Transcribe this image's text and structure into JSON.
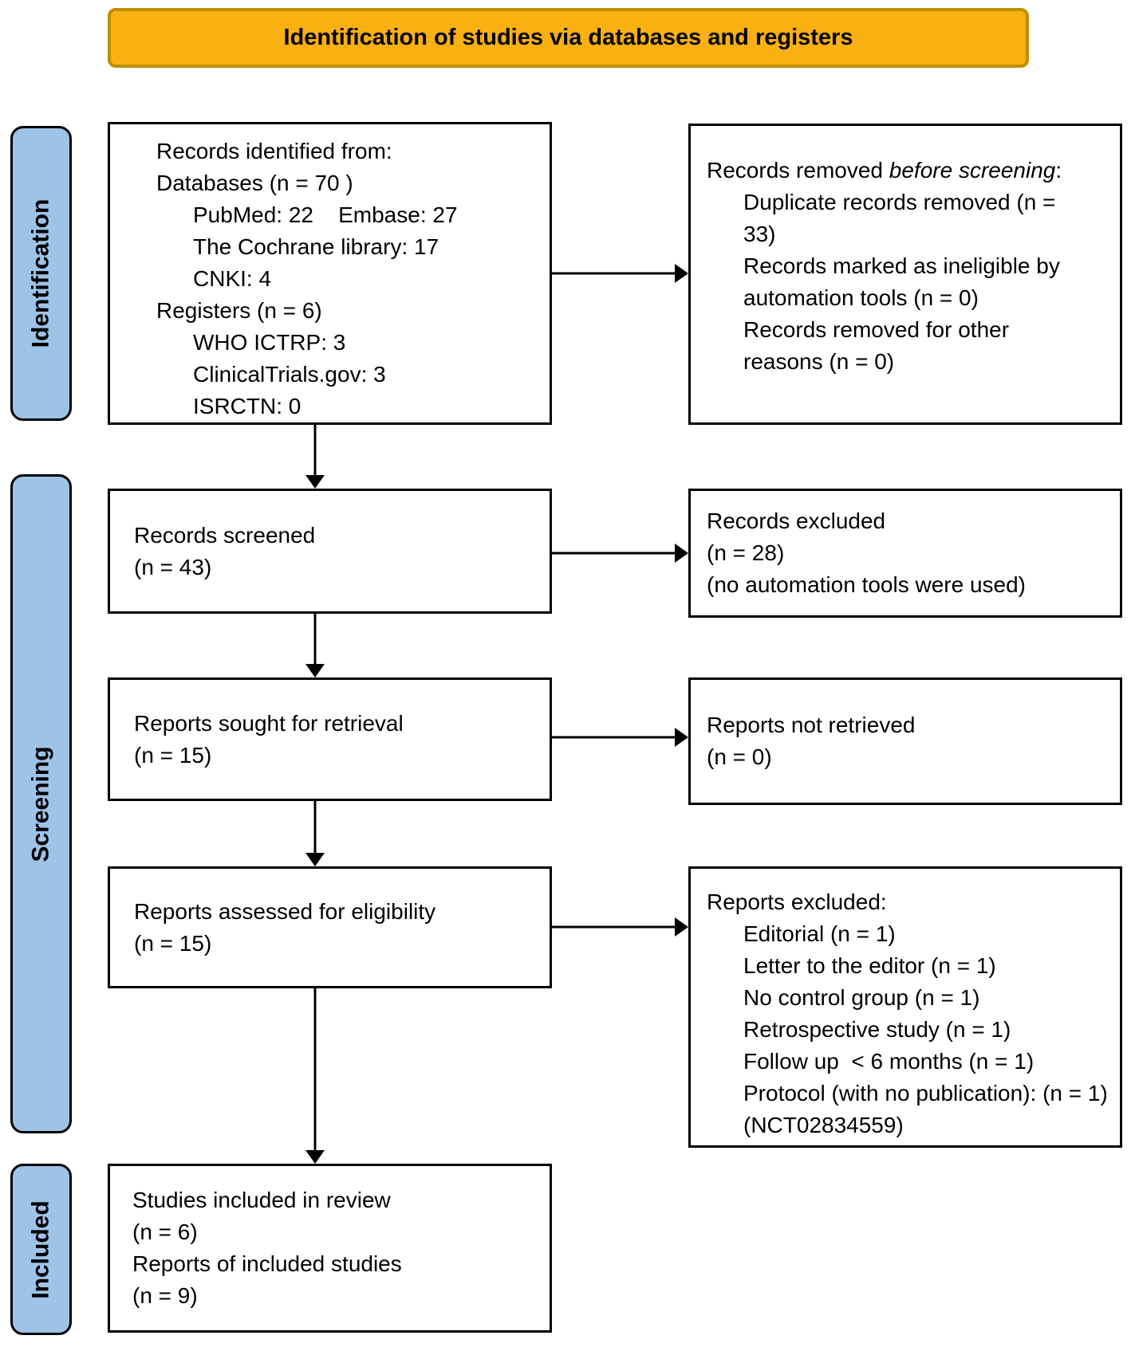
{
  "title": "Identification of studies via databases and registers",
  "colors": {
    "title_fill": "#F8B012",
    "title_border": "#BE8F00",
    "stage_fill": "#9DC3E6",
    "box_border": "#000000"
  },
  "stages": {
    "identification": "Identification",
    "screening": "Screening",
    "included": "Included"
  },
  "boxes": {
    "records_identified": {
      "lines": [
        {
          "text": "Records identified from:",
          "indent": 0
        },
        {
          "text": "Databases (n = 70 )",
          "indent": 0
        },
        {
          "text": "PubMed: 22    Embase: 27",
          "indent": 1
        },
        {
          "text": "The Cochrane library: 17",
          "indent": 1
        },
        {
          "text": "CNKI: 4",
          "indent": 1
        },
        {
          "text": "Registers (n = 6)",
          "indent": 0
        },
        {
          "text": "WHO ICTRP: 3",
          "indent": 1
        },
        {
          "text": "ClinicalTrials.gov: 3",
          "indent": 1
        },
        {
          "text": "ISRCTN: 0",
          "indent": 1
        }
      ]
    },
    "records_removed": {
      "title_prefix": "Records removed ",
      "title_italic": "before screening",
      "title_suffix": ":",
      "lines": [
        {
          "text": "Duplicate records removed (n = 33)",
          "indent": 1
        },
        {
          "text": "Records marked as ineligible by automation tools (n = 0)",
          "indent": 1
        },
        {
          "text": "Records removed for other reasons (n = 0)",
          "indent": 1
        }
      ]
    },
    "records_screened": {
      "lines": [
        {
          "text": "Records screened",
          "indent": 0
        },
        {
          "text": "(n = 43)",
          "indent": 0
        }
      ]
    },
    "records_excluded": {
      "lines": [
        {
          "text": "Records excluded",
          "indent": 0
        },
        {
          "text": "(n = 28)",
          "indent": 0
        },
        {
          "text": "(no automation tools were used)",
          "indent": 0
        }
      ]
    },
    "reports_sought": {
      "lines": [
        {
          "text": "Reports sought for retrieval",
          "indent": 0
        },
        {
          "text": "(n = 15)",
          "indent": 0
        }
      ]
    },
    "reports_not_retrieved": {
      "lines": [
        {
          "text": "Reports not retrieved",
          "indent": 0
        },
        {
          "text": "(n = 0)",
          "indent": 0
        }
      ]
    },
    "reports_assessed": {
      "lines": [
        {
          "text": "Reports assessed for eligibility",
          "indent": 0
        },
        {
          "text": "(n = 15)",
          "indent": 0
        }
      ]
    },
    "reports_excluded": {
      "lines": [
        {
          "text": "Reports excluded:",
          "indent": 0
        },
        {
          "text": "Editorial (n = 1)",
          "indent": 1
        },
        {
          "text": "Letter to the editor (n = 1)",
          "indent": 1
        },
        {
          "text": "No control group (n = 1)",
          "indent": 1
        },
        {
          "text": "Retrospective study (n = 1)",
          "indent": 1
        },
        {
          "text": "Follow up  < 6 months (n = 1)",
          "indent": 1
        },
        {
          "text": "Protocol (with no publication): (n = 1) (NCT02834559)",
          "indent": 1
        }
      ]
    },
    "studies_included": {
      "lines": [
        {
          "text": "Studies included in review",
          "indent": 0
        },
        {
          "text": "(n = 6)",
          "indent": 0
        },
        {
          "text": "Reports of included studies",
          "indent": 0
        },
        {
          "text": "(n = 9)",
          "indent": 0
        }
      ]
    }
  }
}
